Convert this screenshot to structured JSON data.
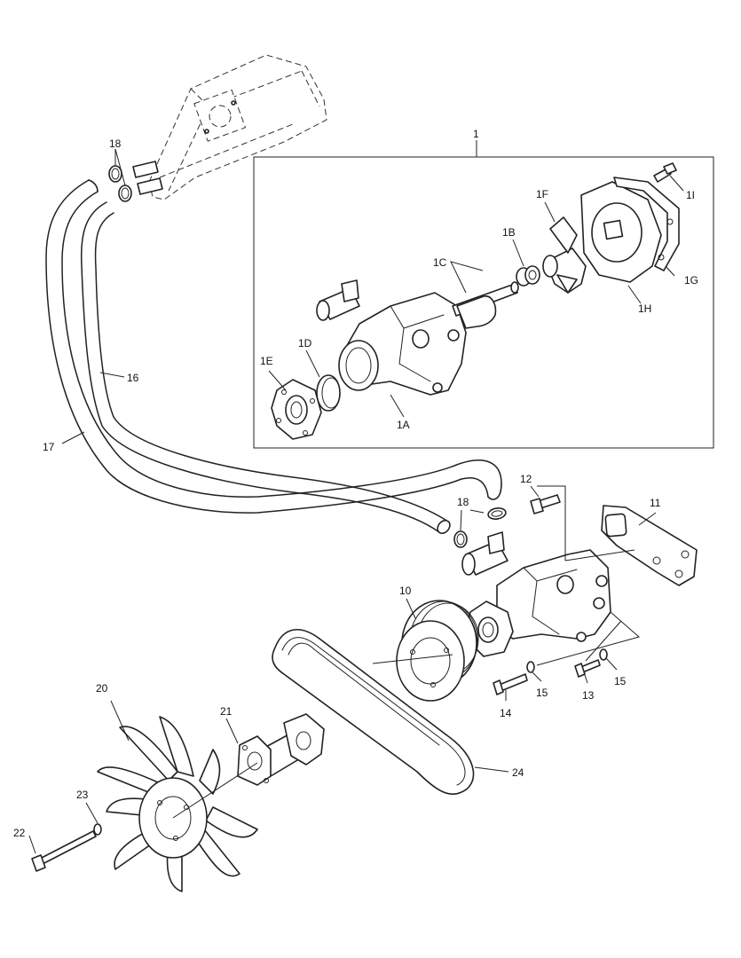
{
  "callouts": {
    "c1": "1",
    "c1A": "1A",
    "c1B": "1B",
    "c1C": "1C",
    "c1D": "1D",
    "c1E": "1E",
    "c1F": "1F",
    "c1G": "1G",
    "c1H": "1H",
    "c1I": "1I",
    "c10": "10",
    "c11": "11",
    "c12": "12",
    "c13": "13",
    "c14": "14",
    "c15a": "15",
    "c15b": "15",
    "c16": "16",
    "c17": "17",
    "c18a": "18",
    "c18b": "18",
    "c20": "20",
    "c21": "21",
    "c22": "22",
    "c23": "23",
    "c24": "24"
  }
}
